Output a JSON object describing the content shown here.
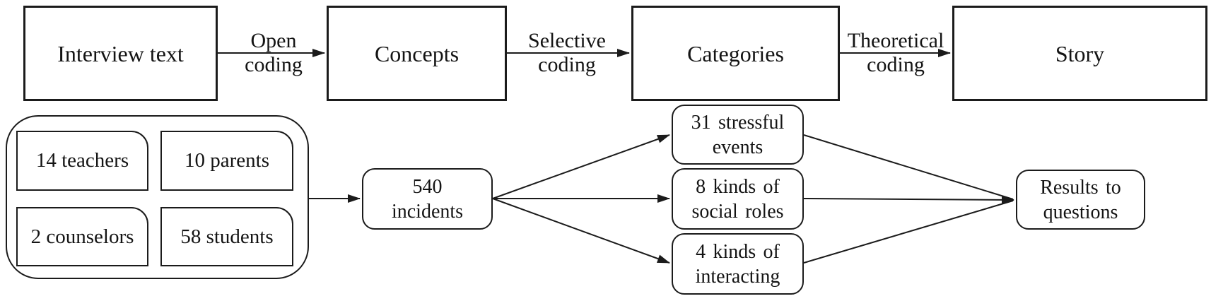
{
  "colors": {
    "stroke": "#1b1b1b",
    "background": "#ffffff"
  },
  "top_flow": {
    "boxes": [
      {
        "label": "Interview text"
      },
      {
        "label": "Concepts"
      },
      {
        "label": "Categories"
      },
      {
        "label": "Story"
      }
    ],
    "arrow_labels": [
      {
        "label": "Open\ncoding"
      },
      {
        "label": "Selective\ncoding"
      },
      {
        "label": "Theoretical\ncoding"
      }
    ]
  },
  "samples": {
    "items": [
      {
        "label": "14 teachers"
      },
      {
        "label": "10 parents"
      },
      {
        "label": "2 counselors"
      },
      {
        "label": "58 students"
      }
    ]
  },
  "incidents": {
    "label": "540\nincidents"
  },
  "findings": [
    {
      "label": "31 stressful\nevents"
    },
    {
      "label": "8 kinds of\nsocial roles"
    },
    {
      "label": "4 kinds of\ninteracting"
    }
  ],
  "results": {
    "label": "Results to\nquestions"
  }
}
